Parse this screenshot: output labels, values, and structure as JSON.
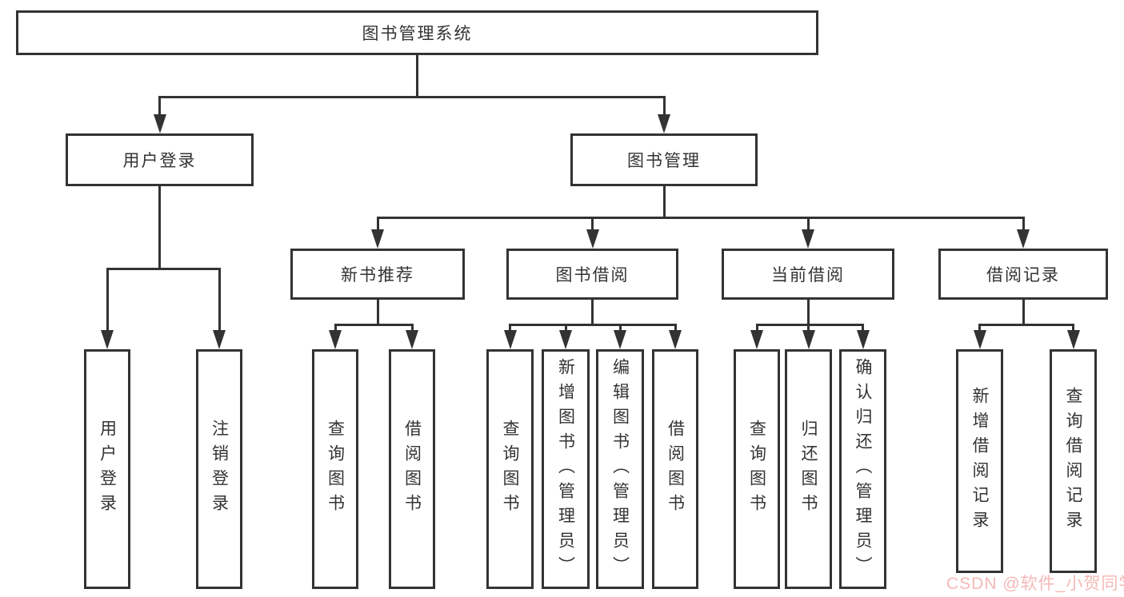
{
  "diagram": {
    "title": "图书管理系统",
    "branches": [
      {
        "label": "用户登录",
        "leaves": [
          "用户登录",
          "注销登录"
        ]
      },
      {
        "label": "图书管理",
        "groups": [
          {
            "label": "新书推荐",
            "leaves": [
              "查询图书",
              "借阅图书"
            ]
          },
          {
            "label": "图书借阅",
            "leaves": [
              "查询图书",
              "新增图书（管理员）",
              "编辑图书（管理员）",
              "借阅图书"
            ]
          },
          {
            "label": "当前借阅",
            "leaves": [
              "查询图书",
              "归还图书",
              "确认归还（管理员）"
            ]
          },
          {
            "label": "借阅记录",
            "leaves": [
              "新增借阅记录",
              "查询借阅记录"
            ]
          }
        ]
      }
    ]
  },
  "watermark": {
    "text": "CSDN @软件_小贺同学",
    "color": "#efb3af"
  },
  "colors": {
    "line": "#333333",
    "box_background": "#ffffff",
    "text": "#333333"
  }
}
